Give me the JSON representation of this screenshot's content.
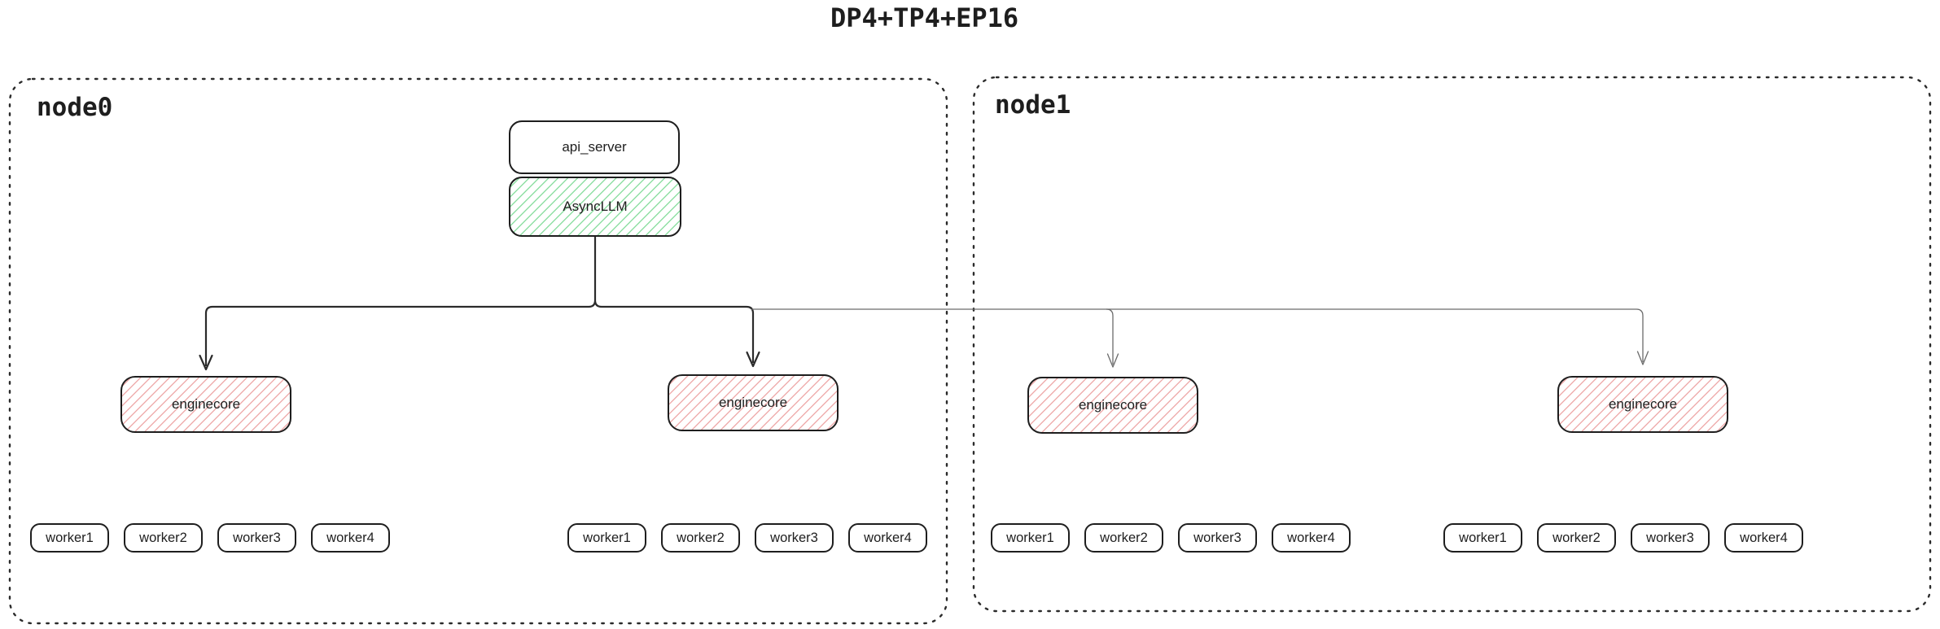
{
  "title": "DP4+TP4+EP16",
  "nodes": [
    {
      "label": "node0"
    },
    {
      "label": "node1"
    }
  ],
  "api_server": {
    "label": "api_server"
  },
  "async_llm": {
    "label": "AsyncLLM"
  },
  "enginecores": [
    {
      "label": "enginecore"
    },
    {
      "label": "enginecore"
    },
    {
      "label": "enginecore"
    },
    {
      "label": "enginecore"
    }
  ],
  "worker_groups": [
    [
      "worker1",
      "worker2",
      "worker3",
      "worker4"
    ],
    [
      "worker1",
      "worker2",
      "worker3",
      "worker4"
    ],
    [
      "worker1",
      "worker2",
      "worker3",
      "worker4"
    ],
    [
      "worker1",
      "worker2",
      "worker3",
      "worker4"
    ]
  ],
  "colors": {
    "box_border": "#1e1e1e",
    "green_hatch": "#8fdfa4",
    "red_hatch": "#efaeae",
    "connector_dark": "#2b2b2b",
    "connector_light": "#6a6a6a"
  }
}
